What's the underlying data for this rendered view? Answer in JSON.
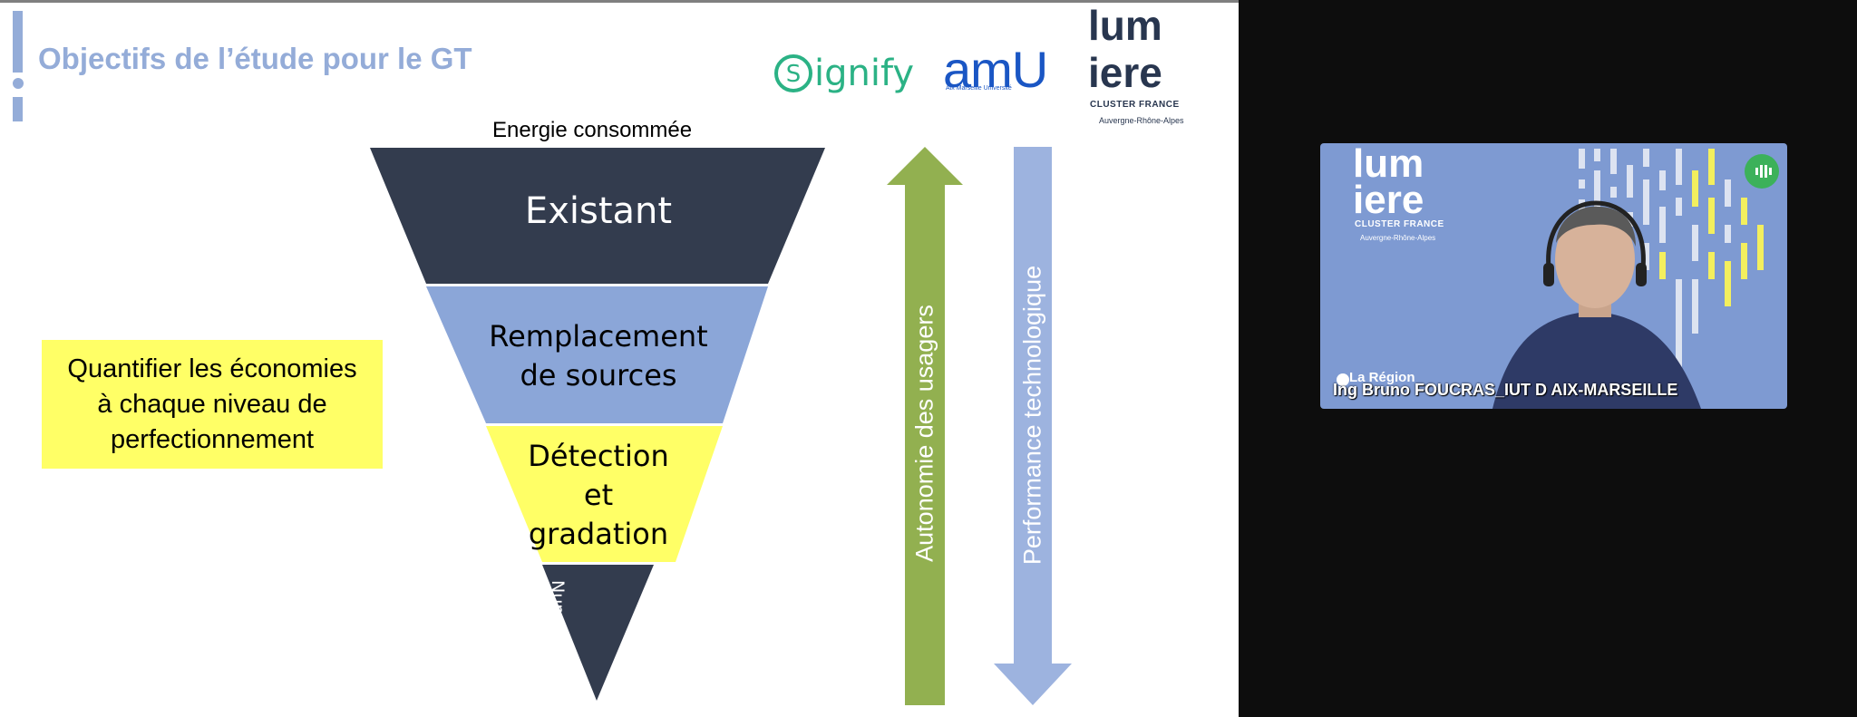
{
  "slide": {
    "title": "Objectifs de l’étude pour le GT",
    "energy_label": "Energie consommée",
    "pyramid": {
      "tier1": "Existant",
      "tier2_line1": "Remplacement",
      "tier2_line2": "de sources",
      "tier3_line1": "Détection",
      "tier3_line2": "et",
      "tier3_line3": "gradation",
      "tier4": "Numérique"
    },
    "quantify_box": {
      "line1": "Quantifier les économies",
      "line2": "à chaque niveau de",
      "line3": "perfectionnement"
    },
    "arrows": {
      "up_label": "Autonomie des usagers",
      "down_label": "Performance technologique"
    },
    "logos": {
      "signify": "ignify",
      "amu": "amU",
      "amu_sub": "Aix   Marseille   Université",
      "lumiere_line1": "lum",
      "lumiere_line2": "iere",
      "lumiere_cluster": "CLUSTER FRANCE",
      "lumiere_region": "Auvergne-Rhône-Alpes"
    },
    "colors": {
      "title": "#94acd8",
      "tier_dark": "#333c4e",
      "tier_blue": "#8ba6d8",
      "tier_yellow": "#ffff66",
      "arrow_green": "#92b050",
      "arrow_blue": "#9db3df"
    }
  },
  "video": {
    "participant_name": "Ing Bruno FOUCRAS_IUT D AIX-MARSEILLE",
    "region_badge": "La Région",
    "background_logo_line1": "lum",
    "background_logo_line2": "iere",
    "background_cluster": "CLUSTER FRANCE",
    "background_region": "Auvergne-Rhône-Alpes",
    "audio_indicator": "speaking-icon"
  }
}
